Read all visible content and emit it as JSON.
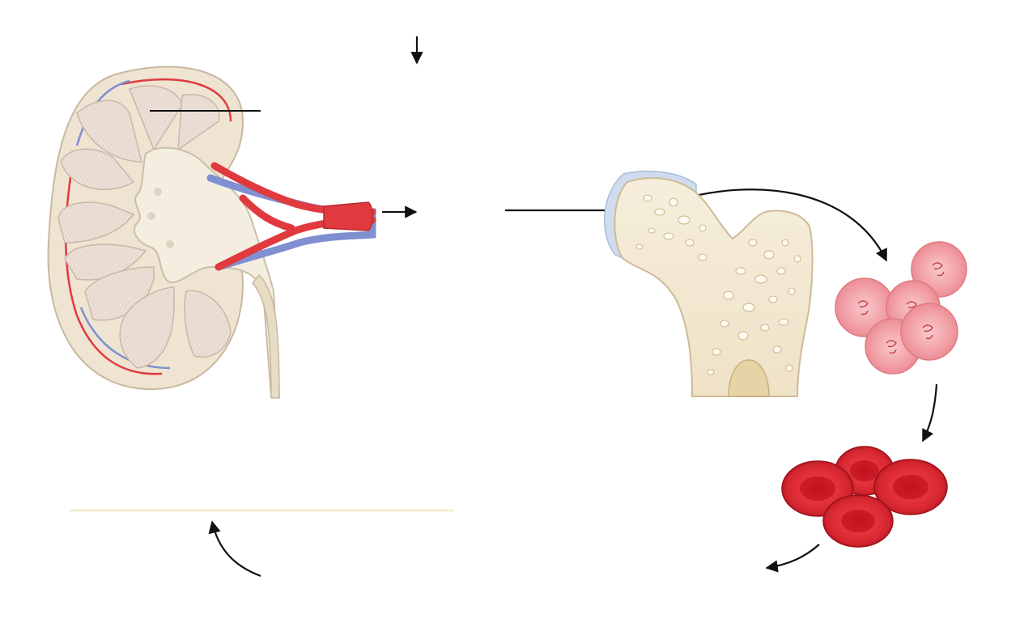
{
  "title": "",
  "labels": [],
  "figure": {
    "panels": [
      "kidney-cross-section",
      "femur-bone-marrow",
      "immature-red-cells",
      "mature-red-blood-cells"
    ],
    "arrows": [
      "down-arrow-top",
      "label-leader-line",
      "kidney-to-gap-arrow",
      "gap-to-marrow-arrow",
      "marrow-to-cells-curved-arrow",
      "cells-to-rbc-curved-arrow",
      "rbc-outgoing-arrow",
      "return-curved-arrow"
    ],
    "colors": {
      "artery": "#e03a3e",
      "vein": "#7f8fd0",
      "kidney_tissue": "#efe4d2",
      "medulla": "#e9d9cf",
      "bone": "#f4ead4",
      "cartilage": "#cfdcee",
      "immature_cell": "#f2a0a6",
      "rbc": "#d8242e",
      "arrow": "#111111"
    }
  }
}
